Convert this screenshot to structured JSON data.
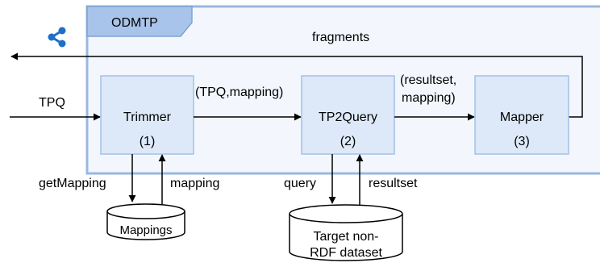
{
  "container": {
    "title": "ODMTP"
  },
  "share_icon": {
    "name": "share-icon",
    "color": "#1e6fc8"
  },
  "colors": {
    "container_fill": "#f3f7fd",
    "container_border": "#9ab8df",
    "tab_fill": "#a9c4ea",
    "box_fill": "#dde9f9",
    "box_border": "#a3c0e6",
    "db_fill": "#ffffff",
    "line": "#000000"
  },
  "components": [
    {
      "id": "trimmer",
      "name": "Trimmer",
      "number": "(1)"
    },
    {
      "id": "tp2query",
      "name": "TP2Query",
      "number": "(2)"
    },
    {
      "id": "mapper",
      "name": "Mapper",
      "number": "(3)"
    }
  ],
  "datastores": [
    {
      "id": "mappings",
      "lines": [
        "Mappings"
      ]
    },
    {
      "id": "target",
      "lines": [
        "Target non-",
        "RDF dataset"
      ]
    }
  ],
  "edges": {
    "tpq": "TPQ",
    "tpq_mapping": "(TPQ,mapping)",
    "resultset_mapping": [
      "(resultset,",
      "mapping)"
    ],
    "fragments": "fragments",
    "getmapping": "getMapping",
    "mapping": "mapping",
    "query": "query",
    "resultset": "resultset"
  }
}
